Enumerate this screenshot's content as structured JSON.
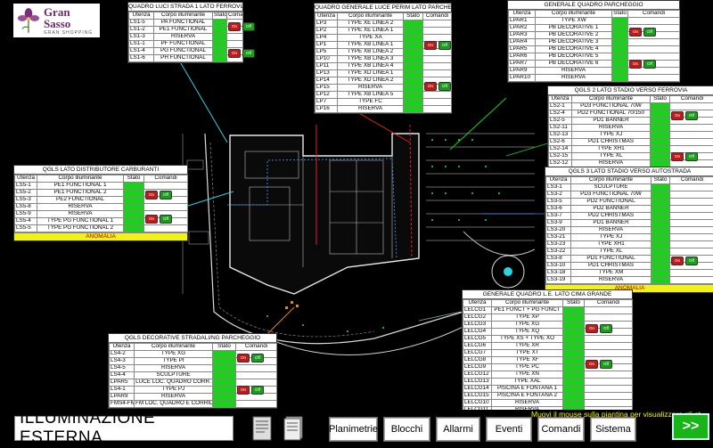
{
  "logo": {
    "name": "Gran Sasso",
    "tagline": "GRAN SHOPPING"
  },
  "footer": {
    "title": "ILLUMINAZIONE ESTERNA",
    "hint": "Muovi il mouse sulla piantina per visualizzare gli st",
    "buttons": [
      "Planimetrie",
      "Blocchi",
      "Allarmi",
      "Eventi",
      "Comandi",
      "Sistema"
    ],
    "next": ">>"
  },
  "labels": {
    "on": "On",
    "off": "Off"
  },
  "panels": {
    "p1": {
      "title": "QUADRO LUCI STRADA 1 LATO FERROVIA",
      "headers": [
        "Utenza",
        "Corpo illuminante",
        "Stato",
        "Comandi"
      ],
      "rows": [
        [
          "LS1-5",
          "PA FUNCTIONAL"
        ],
        [
          "LS1-2",
          "PE1 FUNCTIONAL"
        ],
        [
          "LS1-3",
          "RISERVA"
        ],
        [
          "LS1-1",
          "PF FUNCTIONAL"
        ],
        [
          "LS1-4",
          "PG FUNCTIONAL"
        ],
        [
          "LS1-6",
          "PH FUNCTIONAL"
        ]
      ]
    },
    "p2": {
      "title": "QUADRO GENERALE LUCE PERIM LATO PARCHEGGIO",
      "headers": [
        "Utenza",
        "Corpo illuminante",
        "Stato",
        "Comandi"
      ],
      "rows": [
        [
          "LP3",
          "TYPE XE LINEA 2"
        ],
        [
          "LP2",
          "TYPE XE LINEA 1"
        ],
        [
          "LP4",
          "TYPE XA"
        ],
        [
          "LP1",
          "TYPE XB LINEA 1"
        ],
        [
          "LP5",
          "TYPE XB LINEA 2"
        ],
        [
          "LP10",
          "TYPE XB LINEA 3"
        ],
        [
          "LP11",
          "TYPE XB LINEA 4"
        ],
        [
          "LP13",
          "TYPE XD LINEA 1"
        ],
        [
          "LP14",
          "TYPE XD LINEA 2"
        ],
        [
          "LP15",
          "RISERVA"
        ],
        [
          "LP12",
          "TYPE XB LINEA 5"
        ],
        [
          "LP7",
          "TYPE FC"
        ],
        [
          "LP16",
          "RISERVA"
        ]
      ]
    },
    "p3": {
      "title": "GENERALE QUADRO PARCHEGGIO",
      "headers": [
        "Utenza",
        "Corpo illuminante",
        "Stato",
        "Comandi"
      ],
      "rows": [
        [
          "LPAR1",
          "TYPE XW"
        ],
        [
          "LPAR2",
          "PB DECORATIVE 1"
        ],
        [
          "LPAR3",
          "PB DECORATIVE 2"
        ],
        [
          "LPAR4",
          "PB DECORATIVE 3"
        ],
        [
          "LPAR5",
          "PB DECORATIVE 4"
        ],
        [
          "LPAR6",
          "PB DECORATIVE 5"
        ],
        [
          "LPAR7",
          "PB DECORATIVE 6"
        ],
        [
          "LPAR9",
          "RISERVA"
        ],
        [
          "LPAR10",
          "RISERVA"
        ]
      ]
    },
    "p4": {
      "title": "QGLS 2 LATO STADIO VERSO FERROVIA",
      "headers": [
        "Utenza",
        "Corpo illuminante",
        "Stato",
        "Comandi"
      ],
      "rows": [
        [
          "LS2-1",
          "PD3 FUNCTIONAL 70W"
        ],
        [
          "LS2-4",
          "PD2 FUNCTIONAL 70/150"
        ],
        [
          "LS2-5",
          "PD1 BANNER"
        ],
        [
          "LS2-11",
          "RISERVA"
        ],
        [
          "LS2-13",
          "TYPE XJ"
        ],
        [
          "LS2-6",
          "PD1 CHRISTMAS"
        ],
        [
          "LS2-14",
          "TYPE XH1"
        ],
        [
          "LS2-15",
          "TYPE XL"
        ],
        [
          "LS2-12",
          "RISERVA"
        ]
      ],
      "anomaly": "ANOMALIA"
    },
    "p5": {
      "title": "QGLS LATO DISTRIBUTORE CARBURANTI",
      "headers": [
        "Utenza",
        "Corpo illuminante",
        "Stato",
        "Comandi"
      ],
      "rows": [
        [
          "LS5-1",
          "PE1 FUNCTIONAL 1"
        ],
        [
          "LS5-2",
          "PE1 FUNCTIONAL 2"
        ],
        [
          "LS5-3",
          "PE2 FUNCTIONAL"
        ],
        [
          "LS5-8",
          "RISERVA"
        ],
        [
          "LS5-9",
          "RISERVA"
        ],
        [
          "LS5-4",
          "TYPE PG FUNCTIONAL 1"
        ],
        [
          "LS5-5",
          "TYPE PG FUNCTIONAL 2"
        ]
      ],
      "anomaly": "ANOMALIA"
    },
    "p6": {
      "title": "QGLS 3 LATO STADIO VERSO AUTOSTRADA",
      "headers": [
        "Utenza",
        "Corpo illuminante",
        "Stato",
        "Comandi"
      ],
      "rows": [
        [
          "LS3-1",
          "SCULPTURE"
        ],
        [
          "LS3-2",
          "PD3 FUNCTIONAL 70W"
        ],
        [
          "LS3-5",
          "PD2 FUNCTIONAL"
        ],
        [
          "LS3-6",
          "PD2 BANNER"
        ],
        [
          "LS3-7",
          "PD2 CHRISTMAS"
        ],
        [
          "LS3-9",
          "PD1 BANNER"
        ],
        [
          "LS3-20",
          "RISERVA"
        ],
        [
          "LS3-21",
          "TYPE XJ"
        ],
        [
          "LS3-23",
          "TYPE XH1"
        ],
        [
          "LS3-22",
          "TYPE XL"
        ],
        [
          "LS3-8",
          "PD1 FUNCTIONAL"
        ],
        [
          "LS3-10",
          "PD1 CHRISTMAS"
        ],
        [
          "LS3-18",
          "TYPE XM"
        ],
        [
          "LS3-19",
          "RISERVA"
        ]
      ],
      "anomaly": "ANOMALIA"
    },
    "p7": {
      "title": "GENERALE QUADRO L.E. LATO CIMA GRANDE",
      "headers": [
        "Utenza",
        "Corpo illuminante",
        "Stato",
        "Comandi"
      ],
      "rows": [
        [
          "LELCG1",
          "PE1 FUNCT + PG FUNCT"
        ],
        [
          "LELCG2",
          "TYPE XP"
        ],
        [
          "LELCG3",
          "TYPE XG"
        ],
        [
          "LELCG4",
          "TYPE XQ"
        ],
        [
          "LELCG5",
          "TYPE XS + TYPE XO"
        ],
        [
          "LELCG6",
          "TYPE XR"
        ],
        [
          "LELCG7",
          "TYPE XT"
        ],
        [
          "LELCG8",
          "TYPE XF"
        ],
        [
          "LELCG9",
          "TYPE PC"
        ],
        [
          "LELCG12",
          "TYPE XN"
        ],
        [
          "LELCG13",
          "TYPE XAL"
        ],
        [
          "LELCG14",
          "PISCINA E FONTANA 1"
        ],
        [
          "LELCG15",
          "PISCINA E FONTANA 2"
        ],
        [
          "LELCG10",
          "RISERVA"
        ],
        [
          "LELCG11",
          "RISERVA"
        ]
      ]
    },
    "p8": {
      "title": "QGLS DECORATIVE STRADALI/NG PARCHEGGIO",
      "headers": [
        "Utenza",
        "Corpo illuminante",
        "Stato",
        "Comandi"
      ],
      "rows": [
        [
          "LS4-2",
          "TYPE XG"
        ],
        [
          "LS4-3",
          "TYPE PI"
        ],
        [
          "LS4-5",
          "RISERVA"
        ],
        [
          "LS4-4",
          "SCULPTURE"
        ],
        [
          "LPAR5",
          "LUCE LOC. QUADRO CORR."
        ],
        [
          "LS4-1",
          "TYPE PJ"
        ],
        [
          "LPAR9",
          "RISERVA"
        ],
        [
          "FMS4-FM",
          "FM LOC. QUADRO E CORRID"
        ]
      ]
    }
  }
}
